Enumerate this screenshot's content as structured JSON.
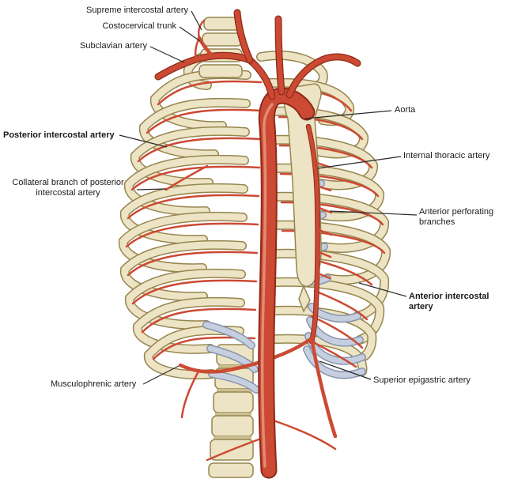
{
  "diagram": {
    "labels": {
      "supreme_intercostal": {
        "text": "Supreme intercostal artery"
      },
      "costocervical": {
        "text": "Costocervical trunk"
      },
      "subclavian": {
        "text": "Subclavian artery"
      },
      "posterior_intercostal": {
        "text": "Posterior intercostal artery"
      },
      "collateral_branch": {
        "text": "Collateral branch of posterior intercostal artery"
      },
      "aorta": {
        "text": "Aorta"
      },
      "internal_thoracic": {
        "text": "Internal thoracic artery"
      },
      "anterior_perforating": {
        "text": "Anterior perforating branches"
      },
      "anterior_intercostal": {
        "text": "Anterior intercostal artery"
      },
      "superior_epigastric": {
        "text": "Superior epigastric artery"
      },
      "musculophrenic": {
        "text": "Musculophrenic artery"
      }
    },
    "colors": {
      "background": "#ffffff",
      "bone": "#ece4c4",
      "bone_outline": "#96854f",
      "bone_shadow": "#cbbf93",
      "cartilage": "#c5cfdf",
      "cartilage_outline": "#8794ad",
      "artery": "#cc4a33",
      "artery_outline": "#8e2a18",
      "artery_highlight": "#e69580",
      "leader_line": "#2a2a2a",
      "label_text": "#1a1a1a"
    }
  }
}
